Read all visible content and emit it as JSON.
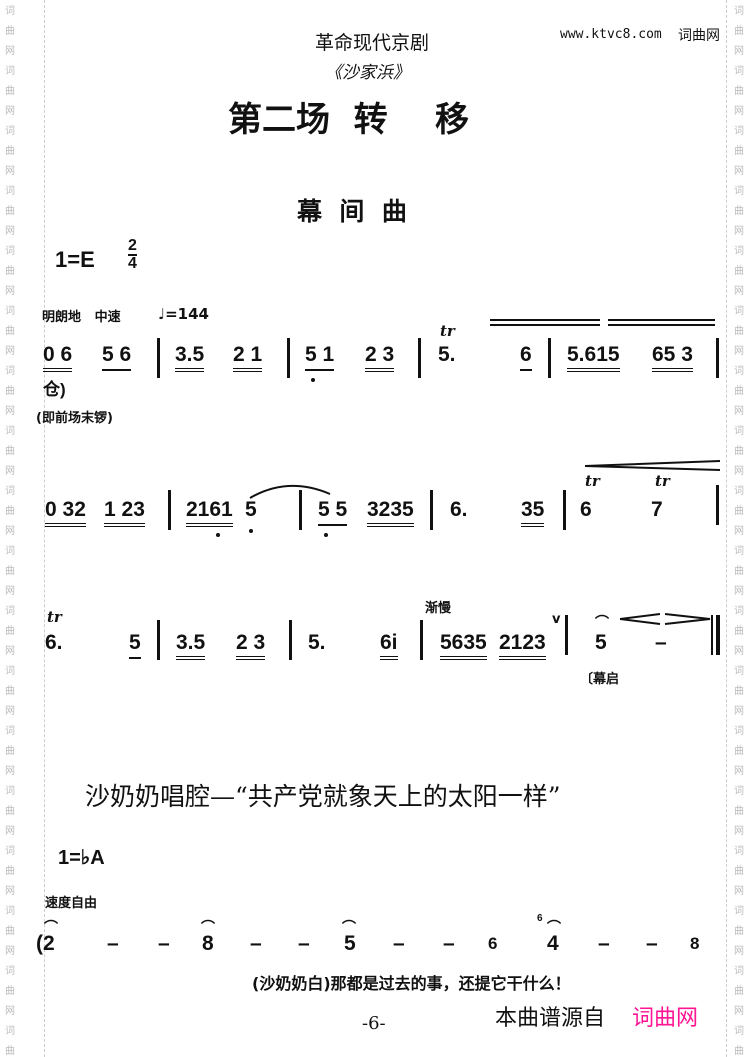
{
  "watermark": {
    "side_text": "词曲网",
    "site_url": "www.ktvc8.com",
    "site_name": "词曲网"
  },
  "header": {
    "opera": "革命现代京剧",
    "title": "《沙家浜》",
    "scene": "第二场  转    移",
    "piece": "幕  间  曲"
  },
  "section1": {
    "key": "1=E",
    "time_top": "2",
    "time_bottom": "4",
    "tempo_text": "明朗地   中速",
    "tempo_mark": "♩=144",
    "row1": [
      "0 6",
      "5 6",
      "3.5",
      "2 1",
      "5 1",
      "2 3",
      "5.",
      "6",
      "5.615",
      "65 3"
    ],
    "row1_below": "仓)",
    "row1_note": "(即前场末锣)",
    "row2": [
      "0 32",
      "1 23",
      "2161",
      "5",
      "5 5",
      "3235",
      "6.",
      "35",
      "6",
      "7"
    ],
    "row3": [
      "6.",
      "5",
      "3.5",
      "2 3",
      "5.",
      "6i",
      "5635",
      "2123",
      "5",
      "–"
    ],
    "trill": "tr",
    "rit": "渐慢",
    "curtain": "〔幕启",
    "breath": "v"
  },
  "section2": {
    "title": "沙奶奶唱腔—“共产党就象天上的太阳一样”",
    "key": "1=♭A",
    "tempo_text": "速度自由",
    "notes": [
      "(2",
      "–",
      "–",
      "8",
      "–",
      "–",
      "5",
      "–",
      "–",
      "6",
      "4",
      "–",
      "–",
      "8"
    ],
    "grace": "6",
    "spoken": "(沙奶奶白)那都是过去的事，还提它干什么！"
  },
  "footer": {
    "page": "-6-",
    "source_label": "本曲谱源自",
    "source_site": "词曲网"
  },
  "colors": {
    "accent": "#ff1493"
  }
}
